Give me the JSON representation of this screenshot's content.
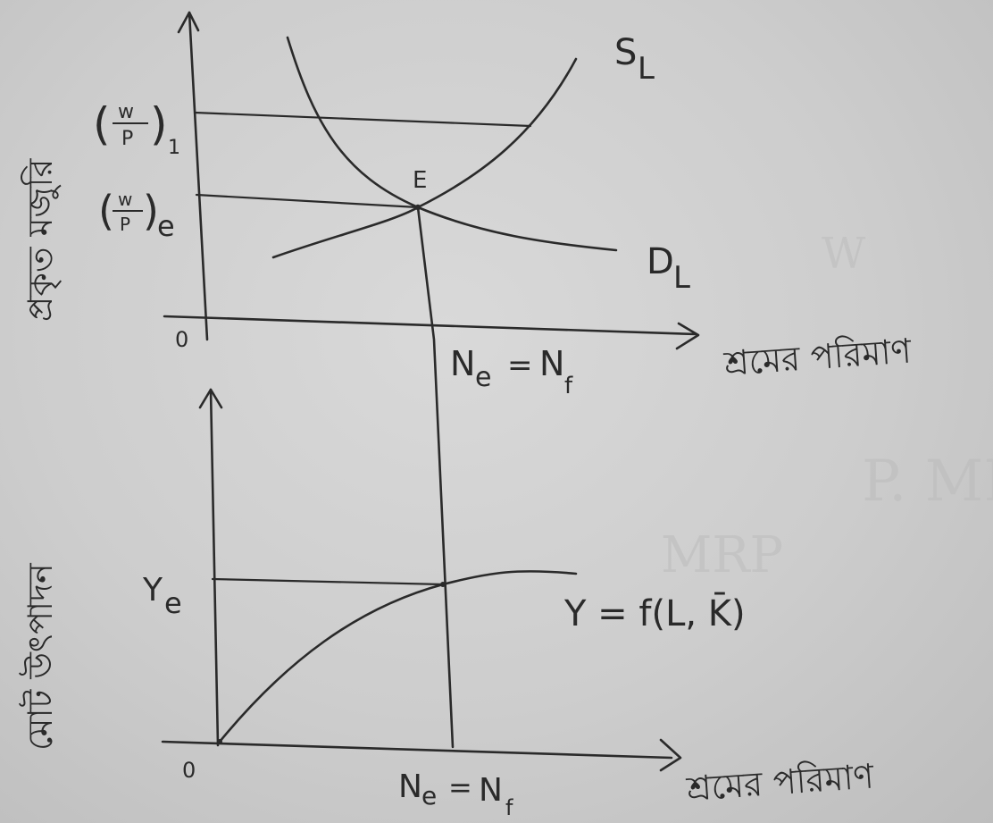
{
  "upper_panel": {
    "y_axis_label": "প্রকৃত মজুরি",
    "x_axis_label": "শ্রমের পরিমাণ",
    "origin": "0",
    "wage_1_label": "(w/P)₁",
    "wage_1_num": "w",
    "wage_1_den": "P",
    "wage_1_sub": "1",
    "wage_e_label": "(w/P)e",
    "wage_e_num": "w",
    "wage_e_den": "P",
    "wage_e_sub": "e",
    "supply_curve_label": "SL",
    "supply_main": "S",
    "supply_sub": "L",
    "demand_curve_label": "DL",
    "demand_main": "D",
    "demand_sub": "L",
    "equilibrium_label": "E",
    "employment_label": "Ne = Nf",
    "employment_n1": "N",
    "employment_e": "e",
    "employment_eq": "=",
    "employment_n2": "N",
    "employment_f": "f"
  },
  "lower_panel": {
    "y_axis_label": "মোট উৎপাদন",
    "x_axis_label": "শ্রমের পরিমাণ",
    "origin": "0",
    "output_label": "Ye",
    "output_main": "Y",
    "output_sub": "e",
    "production_function_label": "Y = f(L, K̄)",
    "employment_label": "Ne = Nf",
    "employment_n1": "N",
    "employment_e": "e",
    "employment_eq": "=",
    "employment_n2": "N",
    "employment_f": "f"
  },
  "background_bleed": [
    "P. MP",
    "MRP",
    "W"
  ]
}
